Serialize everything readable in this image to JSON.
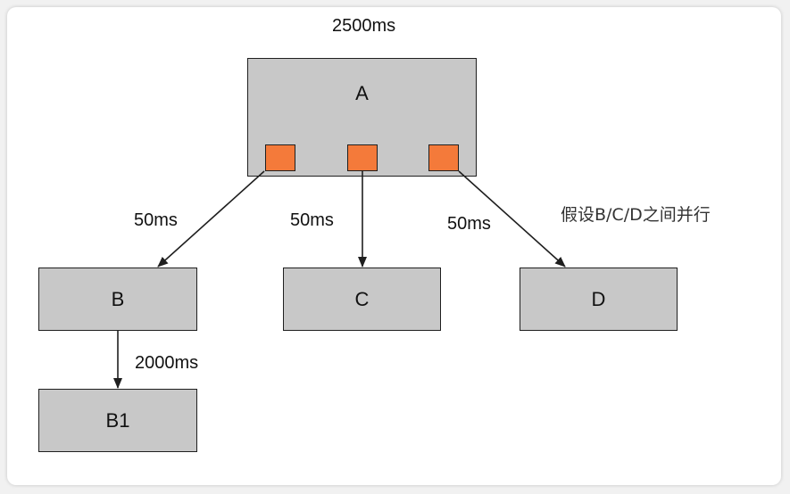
{
  "timing": {
    "total": "2500ms",
    "a_to_b": "50ms",
    "a_to_c": "50ms",
    "a_to_d": "50ms",
    "b_to_b1": "2000ms"
  },
  "nodes": {
    "a": "A",
    "b": "B",
    "c": "C",
    "d": "D",
    "b1": "B1"
  },
  "note": "假设B/C/D之间并行",
  "colors": {
    "box_fill": "#c8c8c8",
    "port_fill": "#f47a3a",
    "stroke": "#1f1f1f"
  }
}
